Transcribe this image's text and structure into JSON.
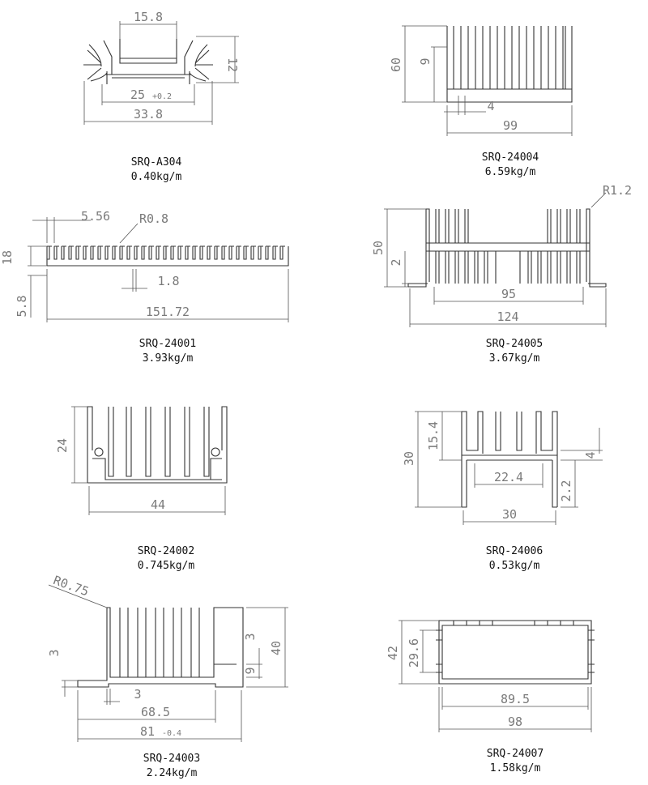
{
  "colors": {
    "outline": "#333333",
    "dimension": "#7a7a7a",
    "caption": "#111111"
  },
  "items": [
    {
      "model": "SRQ-A304",
      "weight": "0.40kg/m",
      "dims": [
        "15.8",
        "12",
        "25",
        "+0.2",
        "33.8"
      ]
    },
    {
      "model": "SRQ-24004",
      "weight": "6.59kg/m",
      "dims": [
        "60",
        "9",
        "4",
        "99"
      ]
    },
    {
      "model": "SRQ-24001",
      "weight": "3.93kg/m",
      "dims": [
        "5.56",
        "R0.8",
        "18",
        "1.8",
        "5.8",
        "151.72"
      ]
    },
    {
      "model": "SRQ-24005",
      "weight": "3.67kg/m",
      "dims": [
        "R1.2",
        "50",
        "2",
        "95",
        "124"
      ]
    },
    {
      "model": "SRQ-24002",
      "weight": "0.745kg/m",
      "dims": [
        "24",
        "44"
      ]
    },
    {
      "model": "SRQ-24006",
      "weight": "0.53kg/m",
      "dims": [
        "15.4",
        "30",
        "4",
        "22.4",
        "2.2",
        "30"
      ]
    },
    {
      "model": "SRQ-24003",
      "weight": "2.24kg/m",
      "dims": [
        "R0.75",
        "3",
        "40",
        "3",
        "9",
        "3",
        "68.5",
        "81",
        "-0.4"
      ]
    },
    {
      "model": "SRQ-24007",
      "weight": "1.58kg/m",
      "dims": [
        "42",
        "29.6",
        "89.5",
        "98"
      ]
    }
  ]
}
